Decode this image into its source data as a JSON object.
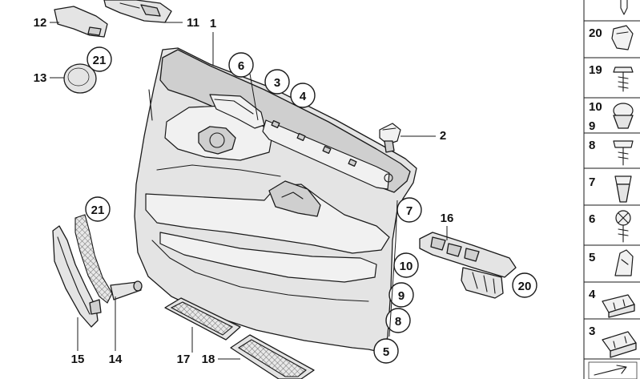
{
  "labels": {
    "l1": "1",
    "l2": "2",
    "l3": "3",
    "l4": "4",
    "l5": "5",
    "l6": "6",
    "l7": "7",
    "l8": "8",
    "l9": "9",
    "l10": "10",
    "l11": "11",
    "l12": "12",
    "l13": "13",
    "l14": "14",
    "l15": "15",
    "l16": "16",
    "l17": "17",
    "l18": "18",
    "l20": "20",
    "l21a": "21",
    "l21b": "21"
  },
  "side_panel": {
    "p20": "20",
    "p19": "19",
    "p10": "10",
    "p9": "9",
    "p8": "8",
    "p7": "7",
    "p6": "6",
    "p5": "5",
    "p4": "4",
    "p3": "3"
  }
}
